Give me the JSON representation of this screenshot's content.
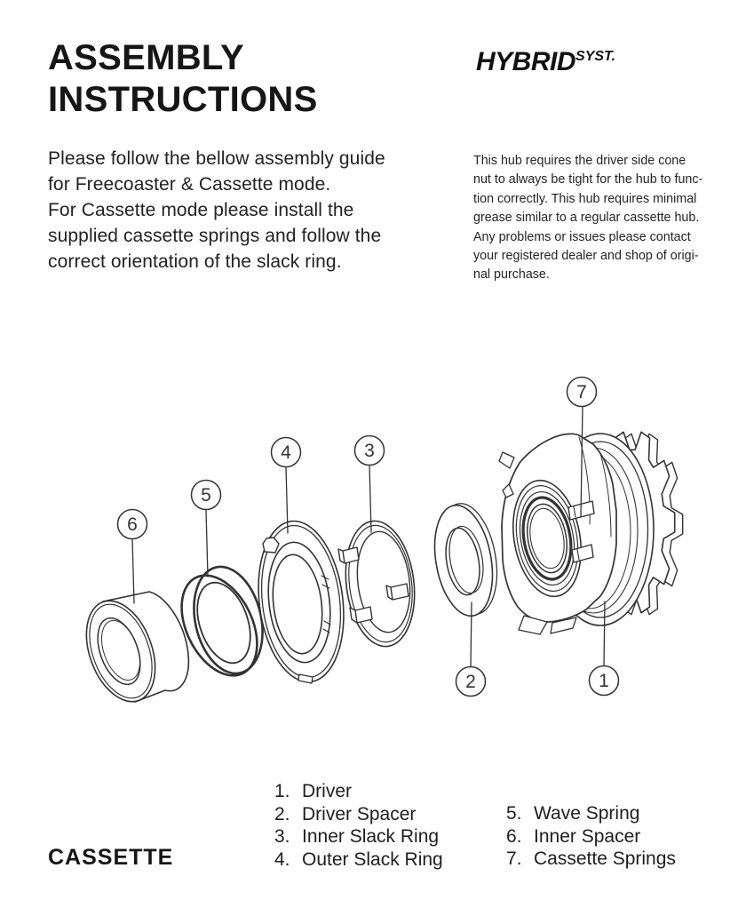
{
  "header": {
    "title": "ASSEMBLY\nINSTRUCTIONS",
    "brand_main": "HYBRID",
    "brand_sup": "SYST."
  },
  "intro_paragraph": "Please follow the bellow assembly guide\nfor Freecoaster & Cassette mode.\nFor Cassette mode please install the\nsupplied cassette springs and follow the\ncorrect orientation of the slack ring.",
  "side_note": "This hub requires the driver side cone\nnut to always be tight for the hub to func-\ntion correctly. This hub requires minimal\ngrease similar to a regular cassette hub.\nAny problems or issues please contact\nyour registered dealer and shop of origi-\nnal purchase.",
  "diagram": {
    "callouts": [
      {
        "num": "1",
        "part": "Driver"
      },
      {
        "num": "2",
        "part": "Driver Spacer"
      },
      {
        "num": "3",
        "part": "Inner Slack Ring"
      },
      {
        "num": "4",
        "part": "Outer Slack Ring"
      },
      {
        "num": "5",
        "part": "Wave Spring"
      },
      {
        "num": "6",
        "part": "Inner Spacer"
      },
      {
        "num": "7",
        "part": "Cassette Springs"
      }
    ]
  },
  "parts_list": {
    "col1": [
      {
        "num": "1.",
        "label": "Driver"
      },
      {
        "num": "2.",
        "label": "Driver Spacer"
      },
      {
        "num": "3.",
        "label": "Inner Slack Ring"
      },
      {
        "num": "4.",
        "label": "Outer Slack Ring"
      }
    ],
    "col2": [
      {
        "num": "5.",
        "label": "Wave Spring"
      },
      {
        "num": "6.",
        "label": "Inner Spacer"
      },
      {
        "num": "7.",
        "label": "Cassette Springs"
      }
    ]
  },
  "footer": {
    "mode": "CASSETTE"
  },
  "colors": {
    "ink": "#1b1b1b",
    "line": "#333333",
    "background": "#ffffff"
  }
}
